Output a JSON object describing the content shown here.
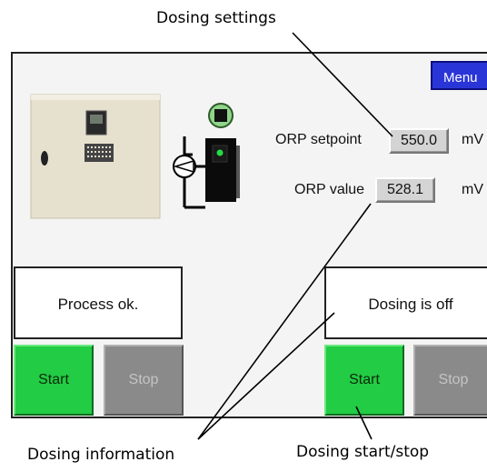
{
  "callouts": {
    "dosing_settings": "Dosing settings",
    "dosing_information": "Dosing information",
    "dosing_start_stop": "Dosing start/stop"
  },
  "header": {
    "menu_label": "Menu"
  },
  "orp": {
    "setpoint_label": "ORP setpoint",
    "setpoint_value": "550.0",
    "setpoint_unit": "mV",
    "value_label": "ORP value",
    "value_value": "528.1",
    "value_unit": "mV"
  },
  "process": {
    "status": "Process ok.",
    "start_label": "Start",
    "stop_label": "Stop"
  },
  "dosing": {
    "status": "Dosing is off",
    "start_label": "Start",
    "stop_label": "Stop"
  },
  "colors": {
    "menu_button": "#2a35d8",
    "start_button": "#22cc44",
    "stop_button_disabled": "#8a8a8a",
    "running_indicator": "#22cc44"
  }
}
